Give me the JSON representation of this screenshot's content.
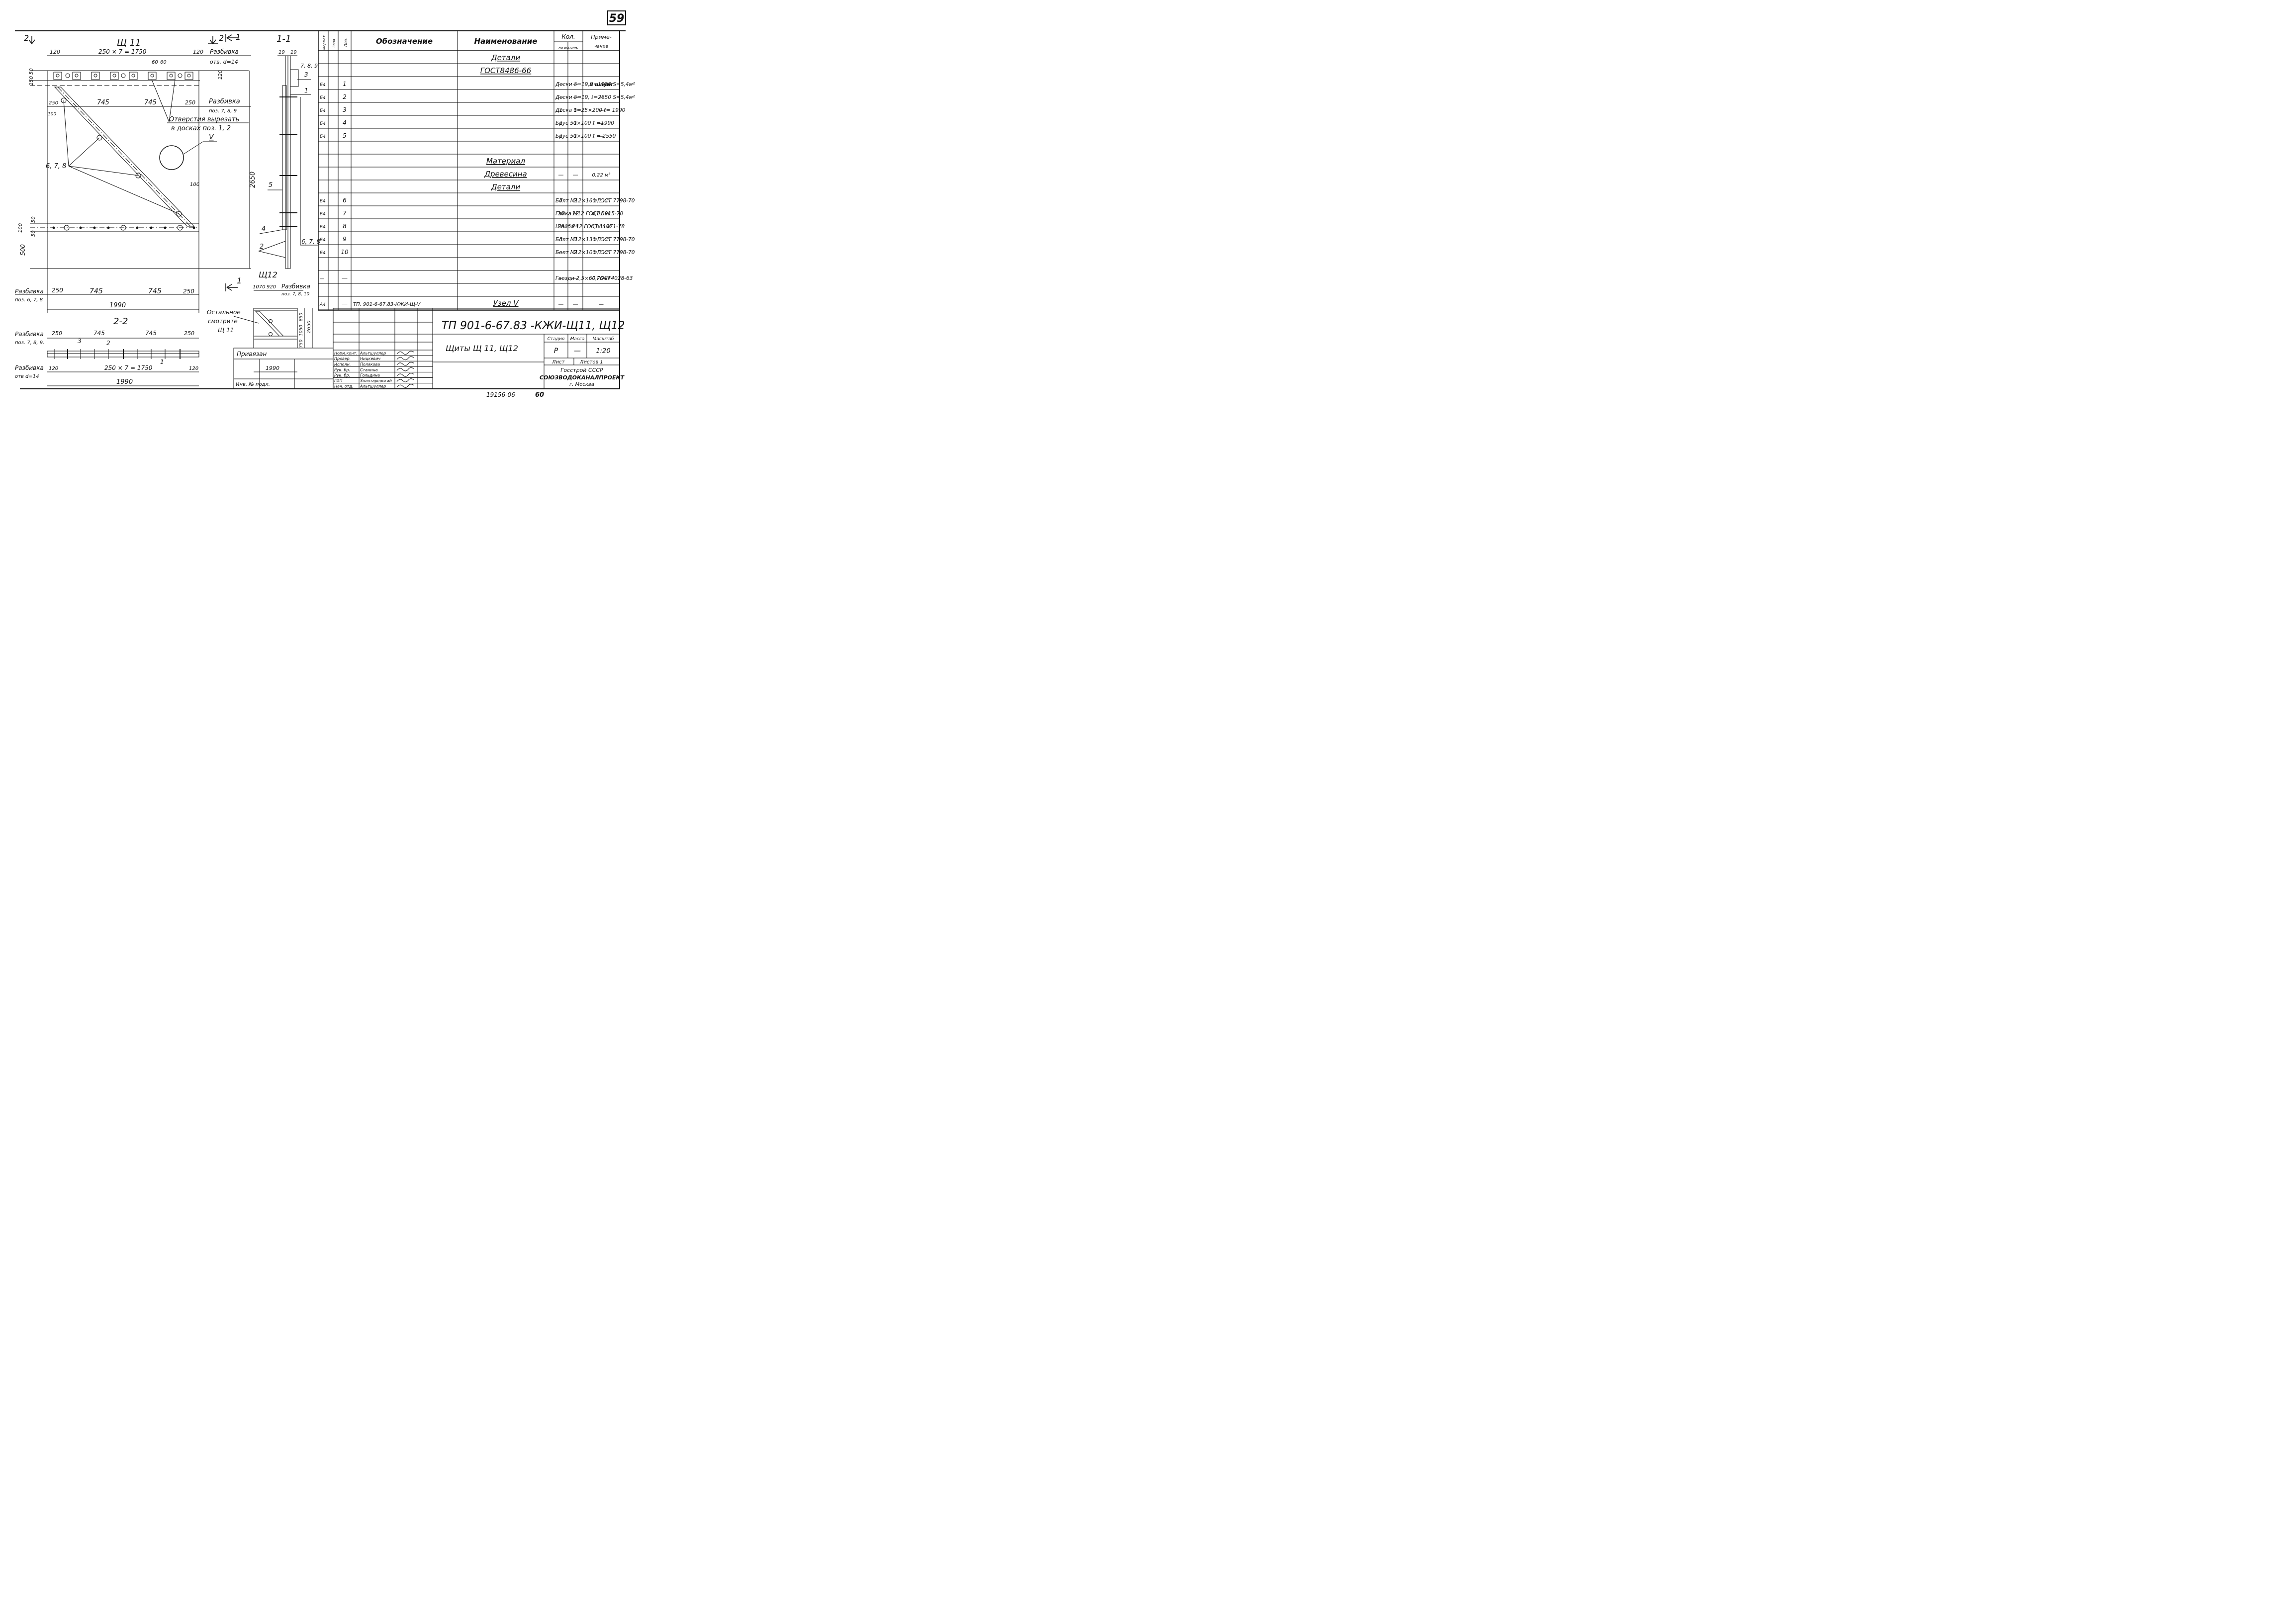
{
  "sheet_number": "59",
  "footer_stamp": "19156-06",
  "footer_page": "60",
  "drawing": {
    "panel11_title": "Щ 11",
    "view_2_mark": "2",
    "view_1_mark": "1",
    "section_1_1": "1-1",
    "section_2_2": "2-2",
    "panel12_title": "Щ12",
    "top_dims": {
      "d120a": "120",
      "d1750": "250 × 7 = 1750",
      "d120b": "120",
      "d60a": "60",
      "d60b": "60"
    },
    "layout_holes_label": "Разбивка",
    "layout_holes_sub": "отв. d=14",
    "layout_pos789_label": "Разбивка",
    "layout_pos789_sub": "поз. 7, 8, 9",
    "dims_row2": {
      "d250a": "250",
      "d745a": "745",
      "d745b": "745",
      "d250b": "250"
    },
    "dim_100": "100",
    "dim_150": "150",
    "dim_50": "50",
    "dim_120": "120",
    "holes_note_line1": "Отверстия вырезать",
    "holes_note_line2": "в досках поз. 1, 2",
    "node_mark": "V",
    "bolt_ref": "6, 7, 8",
    "dim_2650": "2650",
    "dim_100_right": "100",
    "left_dims": {
      "d100": "100",
      "d50": "50",
      "d58": "50",
      "d500": "500"
    },
    "bottom_layout_label": "Разбивка",
    "bottom_layout_sub": "поз. 6, 7, 8",
    "bottom_dims": {
      "d250a": "250",
      "d745a": "745",
      "d745b": "745",
      "d250b": "250",
      "d1990": "1990"
    },
    "sec11": {
      "d19a": "19",
      "d19b": "19",
      "p789": "7, 8, 9",
      "p3": "3",
      "p1": "1",
      "p5": "5",
      "p4": "4",
      "p2": "2",
      "p678": "6, 7, 8"
    },
    "s22": {
      "layout_label": "Разбивка",
      "layout_sub": "поз. 7, 8, 9.",
      "d250a": "250",
      "d745a": "745",
      "d745b": "745",
      "d250b": "250",
      "p3": "3",
      "p2": "2",
      "p1": "1",
      "holes_label": "Разбивка",
      "holes_sub": "отв d=14",
      "d120a": "120",
      "d1750": "250 × 7 = 1750",
      "d120b": "120",
      "d1990": "1990"
    },
    "p12": {
      "d1070": "1070",
      "d920": "920",
      "layout_label": "Разбивка",
      "layout_sub": "поз. 7, 8, 10",
      "rest_l1": "Остальное",
      "rest_l2": "смотрите",
      "rest_l3": "Щ 11",
      "d850": "850",
      "d1050": "1050",
      "d750": "750",
      "d2650": "2650",
      "d1990": "1990"
    }
  },
  "spec": {
    "headers": {
      "format": "Формат",
      "zone": "Зона",
      "pos": "Поз.",
      "designation": "Обозначение",
      "name": "Наименование",
      "qty": "Кол.",
      "qty_sub": "на исполн.",
      "note": "Приме-",
      "note2": "чание"
    },
    "rows": [
      {
        "format": "",
        "pos": "",
        "designation": "",
        "name": "Детали",
        "q1": "",
        "q2": "",
        "note": "",
        "heading": true
      },
      {
        "format": "",
        "pos": "",
        "designation": "",
        "name": "ГОСТ8486-66",
        "q1": "",
        "q2": "",
        "note": "",
        "heading": true
      },
      {
        "format": "Б4",
        "pos": "1",
        "designation": "",
        "name": "Доски δ=19, ℓ=1990 S=5,4м²",
        "q1": "—",
        "q2": "—",
        "note": "В шпунт"
      },
      {
        "format": "Б4",
        "pos": "2",
        "designation": "",
        "name": "Доски δ=19, ℓ=2650 S=5,4м²",
        "q1": "—",
        "q2": "—",
        "note": "—"
      },
      {
        "format": "Б4",
        "pos": "3",
        "designation": "",
        "name": "Доска δ=25×200 ℓ= 1990",
        "q1": "1",
        "q2": "1",
        "note": "—"
      },
      {
        "format": "Б4",
        "pos": "4",
        "designation": "",
        "name": "Брус 50×100 ℓ =1990",
        "q1": "1",
        "q2": "1",
        "note": "—"
      },
      {
        "format": "Б4",
        "pos": "5",
        "designation": "",
        "name": "Брус 50×100 ℓ = 2550",
        "q1": "1",
        "q2": "1",
        "note": "—"
      },
      {
        "format": "",
        "pos": "",
        "designation": "",
        "name": "",
        "q1": "",
        "q2": "",
        "note": ""
      },
      {
        "format": "",
        "pos": "",
        "designation": "",
        "name": "Материал",
        "q1": "",
        "q2": "",
        "note": "",
        "heading": true
      },
      {
        "format": "",
        "pos": "",
        "designation": "",
        "name": "Древесина",
        "q1": "—",
        "q2": "—",
        "note": "0,22 м³",
        "heading": true
      },
      {
        "format": "",
        "pos": "",
        "designation": "",
        "name": "Детали",
        "q1": "",
        "q2": "",
        "note": "",
        "heading": true
      },
      {
        "format": "Б4",
        "pos": "6",
        "designation": "",
        "name": "Болт М12×160 ГОСТ 7798-70",
        "q1": "7",
        "q2": "7",
        "note": "0,1 кг"
      },
      {
        "format": "Б4",
        "pos": "7",
        "designation": "",
        "name": "Гайка М12 ГОСТ 5915-70",
        "q1": "10",
        "q2": "12",
        "note": "0,01 кг"
      },
      {
        "format": "Б4",
        "pos": "8",
        "designation": "",
        "name": "Шайба 12 ГОСТ 11371-78",
        "q1": "20",
        "q2": "24",
        "note": "0,005кг"
      },
      {
        "format": "Б4",
        "pos": "9",
        "designation": "",
        "name": "Болт М12×130 ГОСТ 7798-70",
        "q1": "3",
        "q2": "3",
        "note": "0,1 кг"
      },
      {
        "format": "Б4",
        "pos": "10",
        "designation": "",
        "name": "Болт М12×100 ГОСТ 7798-70",
        "q1": "—",
        "q2": "2",
        "note": "0,1 кг"
      },
      {
        "format": "",
        "pos": "",
        "designation": "",
        "name": "",
        "q1": "",
        "q2": "",
        "note": ""
      },
      {
        "format": "—",
        "pos": "—",
        "designation": "",
        "name": "Гвозди 2,5×60 ГОСТ4028-63",
        "q1": "—",
        "q2": "—",
        "note": "0,75 кг"
      },
      {
        "format": "",
        "pos": "",
        "designation": "",
        "name": "",
        "q1": "",
        "q2": "",
        "note": ""
      },
      {
        "format": "А4",
        "pos": "—",
        "designation": "ТП. 901-6-67.83-КЖИ-Щ-V",
        "name": "Узел V",
        "q1": "—",
        "q2": "—",
        "note": "—",
        "heading": true
      }
    ]
  },
  "titleblock": {
    "doc_code": "ТП 901-6-67.83 -КЖИ-Щ11, Щ12",
    "title": "Щиты Щ 11, Щ12",
    "stage_h": "Стадия",
    "mass_h": "Масса",
    "scale_h": "Масштаб",
    "stage": "Р",
    "mass": "—",
    "scale": "1:20",
    "sheet_h": "Лист",
    "sheets_h": "Листов 1",
    "org1": "Госстрой СССР",
    "org2": "СОЮЗВОДОКАНАЛПРОЕКТ",
    "org3": "г. Москва",
    "tied": "Привязан",
    "inv": "Инв. № подл.",
    "roles": [
      {
        "role": "Норм.конт.",
        "name": "Альтшуллер"
      },
      {
        "role": "Провер.",
        "name": "Ницкевич"
      },
      {
        "role": "Исполн.",
        "name": "Полякова"
      },
      {
        "role": "Рук. бр.",
        "name": "Станина"
      },
      {
        "role": "Рук. бр.",
        "name": "Гольдина"
      },
      {
        "role": "ГИП",
        "name": "Золотаревский"
      },
      {
        "role": "Нач. отд.",
        "name": "Альтшуллер"
      }
    ]
  }
}
